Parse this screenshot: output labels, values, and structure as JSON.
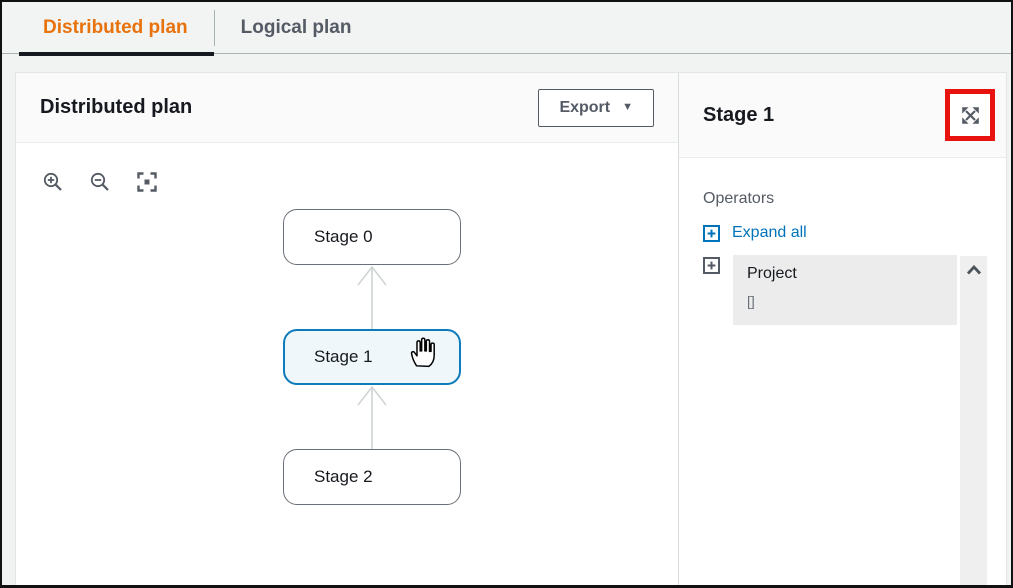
{
  "tab_bar": {
    "tabs": [
      {
        "label": "Distributed plan",
        "active": true
      },
      {
        "label": "Logical plan",
        "active": false
      }
    ]
  },
  "left_panel": {
    "title": "Distributed plan",
    "export_button": {
      "label": "Export",
      "caret": "▼"
    },
    "toolbar_icons": [
      "zoom-in-icon",
      "zoom-out-icon",
      "fit-view-icon"
    ],
    "nodes": [
      {
        "label": "Stage 0",
        "selected": false
      },
      {
        "label": "Stage 1",
        "selected": true
      },
      {
        "label": "Stage 2",
        "selected": false
      }
    ]
  },
  "right_panel": {
    "title": "Stage 1",
    "header_icon": "expand-arrows-icon",
    "operators_label": "Operators",
    "expand_all_label": "Expand all",
    "operators": [
      {
        "name": "Project",
        "detail": "[]"
      }
    ]
  },
  "colors": {
    "accent_orange": "#e8720c",
    "link_blue": "#0073bb",
    "annotation_red": "#e8120e",
    "selected_node_border": "#0c7cba",
    "selected_node_fill": "#f0f7fb",
    "text_dark": "#16191f",
    "text_muted": "#545b64"
  }
}
